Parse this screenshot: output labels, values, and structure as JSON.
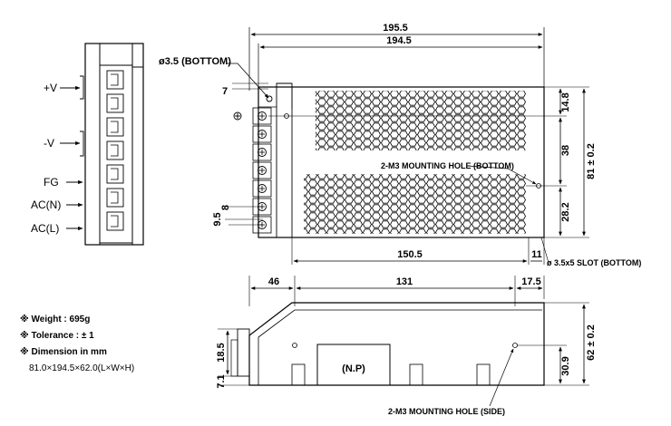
{
  "terminals": [
    "+V",
    "-V",
    "FG",
    "AC(N)",
    "AC(L)"
  ],
  "top_view": {
    "overall_length": "195.5",
    "body_length": "194.5",
    "bottom_hole": "ø3.5 (BOTTOM)",
    "edge_offset": "7",
    "hole_top": "14.8",
    "hole_spacing": "38",
    "width": "81 ± 0.2",
    "hole_bottom": "28.2",
    "terminal_pitch": "9.5",
    "terminal_offset": "8",
    "hole_span": "150.5",
    "hole_end": "11",
    "mounting_hole_bottom": "2-M3 MOUNTING HOLE (BOTTOM)",
    "slot": "ø 3.5x5 SLOT (BOTTOM)"
  },
  "side_view": {
    "left_offset": "46",
    "hole_span": "131",
    "right_offset": "17.5",
    "height": "62 ± 0.2",
    "hole_height": "30.9",
    "terminal_height": "18.5",
    "base_offset": "7.1",
    "nameplate": "(N.P)",
    "mounting_hole_side": "2-M3 MOUNTING HOLE (SIDE)"
  },
  "specs": {
    "weight": "※ Weight : 695g",
    "tolerance": "※ Tolerance : ± 1",
    "dimension": "※ Dimension in mm",
    "dimension_value": "81.0×194.5×62.0(L×W×H)"
  }
}
